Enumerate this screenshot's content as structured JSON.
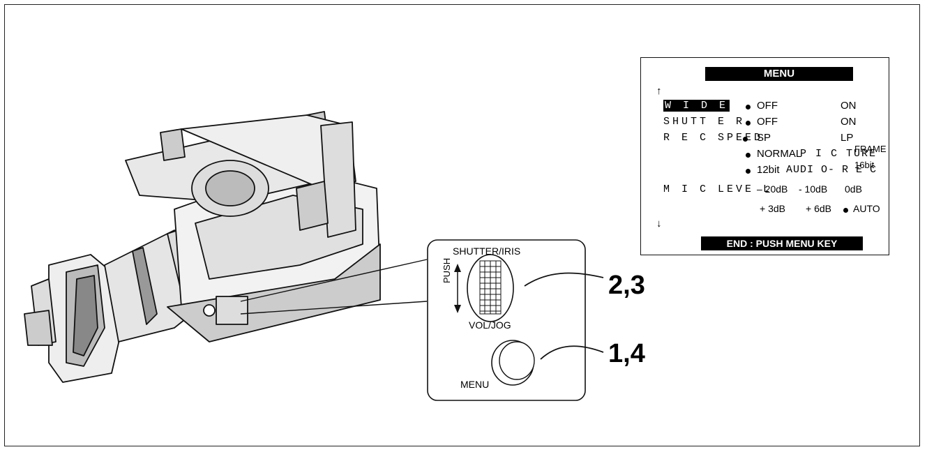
{
  "menu": {
    "title": "MENU",
    "up_arrow": "↑",
    "down_arrow": "↓",
    "footer": "END : PUSH MENU KEY",
    "rows": [
      {
        "label": "W I D E",
        "highlighted": true,
        "opt1": "OFF",
        "opt2": "ON",
        "selected": 1
      },
      {
        "label": "SHUTT E R",
        "highlighted": false,
        "opt1": "OFF",
        "opt2": "ON",
        "selected": 1
      },
      {
        "label": "R E C SPEED",
        "highlighted": false,
        "opt1": "SP",
        "opt2": "LP",
        "selected": 1
      },
      {
        "label": "P I C TURE",
        "highlighted": false,
        "opt1": "NORMAL",
        "opt2": "FRAME",
        "selected": 1
      },
      {
        "label": "AUDI O- R E C",
        "highlighted": false,
        "opt1": "12bit",
        "opt2": "16bit",
        "selected": 1
      },
      {
        "label": "M I C LEVE L",
        "highlighted": false,
        "opt1": "– 20dB",
        "opt2": "- 10dB",
        "opt3": "0dB"
      },
      {
        "label": "",
        "highlighted": false,
        "opt1": "+ 3dB",
        "opt2": "+ 6dB",
        "opt3": "AUTO",
        "selected": 3
      }
    ]
  },
  "controls": {
    "dial_top_label": "SHUTTER/IRIS",
    "dial_bottom_label": "VOL/JOG",
    "push_label": "PUSH",
    "menu_button_label": "MENU"
  },
  "callouts": {
    "dial": "2,3",
    "menu_button": "1,4"
  }
}
